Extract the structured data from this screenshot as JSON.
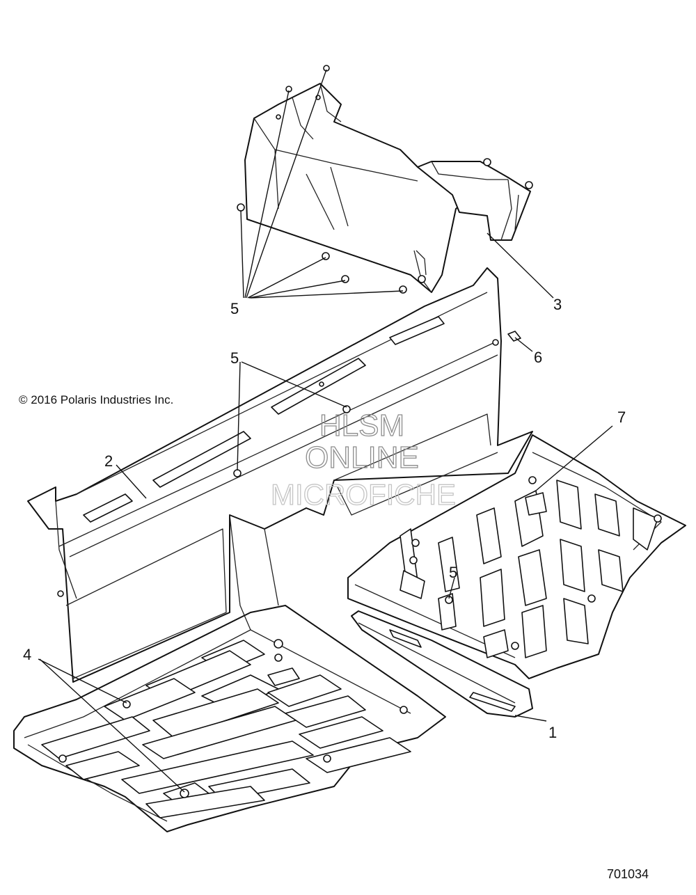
{
  "copyright": "© 2016 Polaris Industries Inc.",
  "part_number": "701034",
  "watermark": [
    "HLSM",
    "ONLINE",
    "MICROFICHE"
  ],
  "callouts": {
    "c1": "1",
    "c2": "2",
    "c3": "3",
    "c4": "4",
    "c5_top": "5",
    "c5_mid": "5",
    "c5_right": "5",
    "c6": "6",
    "c7": "7"
  }
}
